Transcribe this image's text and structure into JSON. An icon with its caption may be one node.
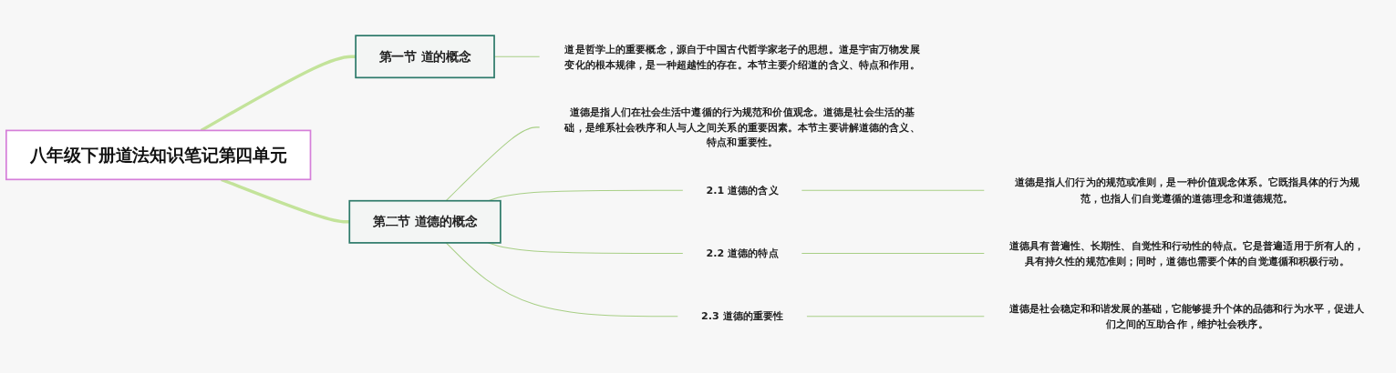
{
  "diagram": {
    "nodes": [
      {
        "text": [
          "八年级下册道法知识笔记第四单元"
        ]
      },
      {
        "text": [
          "第一节 道的概念"
        ]
      },
      {
        "text": [
          "道是哲学上的重要概念，源自于中国古代哲学家老子的思想。道是宇宙万物发展变化的根本规律，是一种超越性的存在。本节主要介绍道的含义、特点和作用。"
        ]
      },
      {
        "text": [
          "第二节 道德的概念"
        ]
      },
      {
        "text": [
          "道德是指人们在社会生活中遵循的行为规范和价值观念。道德是社会生活的基础，是维系社会秩序和人与人之间关系的重要因素。本节主要讲解道德的含义、特点和重要性。"
        ]
      },
      {
        "text": [
          "2.1 道德的含义"
        ]
      },
      {
        "text": [
          "道德是指人们行为的规范或准则，是一种价值观念体系。它既指具体的行为规范，也指人们自觉遵循的道德理念和道德规范。"
        ]
      },
      {
        "text": [
          "2.2 道德的特点"
        ]
      },
      {
        "text": [
          "道德具有普遍性、长期性、自觉性和行动性的特点。它是普遍适用于所有人的，具有持久性的规范准则；同时，道德也需要个体的自觉遵循和积极行动。"
        ]
      },
      {
        "text": [
          "2.3 道德的重要性"
        ]
      },
      {
        "text": [
          "道德是社会稳定和和谐发展的基础，它能够提升个体的品德和行为水平，促进人们之间的互助合作，维护社会秩序。"
        ]
      }
    ],
    "edges": [
      {
        "from": 0,
        "to": 1,
        "arrow": "none",
        "style": "thick"
      },
      {
        "from": 0,
        "to": 3,
        "arrow": "none",
        "style": "thick"
      },
      {
        "from": 1,
        "to": 2,
        "arrow": "none"
      },
      {
        "from": 3,
        "to": 4,
        "arrow": "none"
      },
      {
        "from": 3,
        "to": 5,
        "arrow": "none"
      },
      {
        "from": 3,
        "to": 7,
        "arrow": "none"
      },
      {
        "from": 3,
        "to": 9,
        "arrow": "none"
      },
      {
        "from": 5,
        "to": 6,
        "arrow": "none"
      },
      {
        "from": 7,
        "to": 8,
        "arrow": "none"
      },
      {
        "from": 9,
        "to": 10,
        "arrow": "none"
      }
    ]
  }
}
